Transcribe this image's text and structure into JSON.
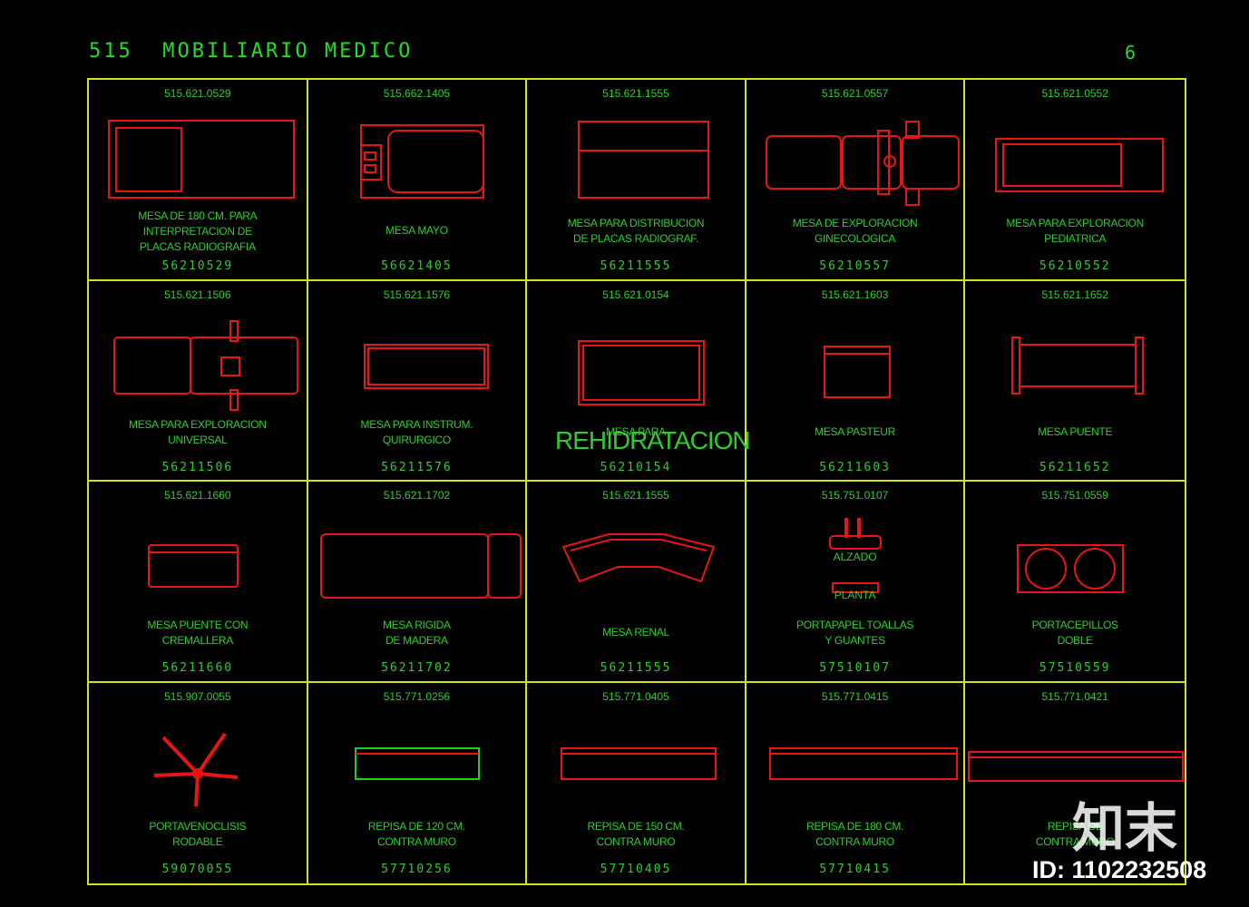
{
  "header": {
    "title": "515  MOBILIARIO MEDICO",
    "page": "6"
  },
  "overlay": {
    "rehid": "REHIDRATACION",
    "brand": "知末",
    "id": "ID: 1102232508"
  },
  "colors": {
    "line": "#d4e21d",
    "text": "#2ecc2e",
    "symbol": "#e81515",
    "symbol_alt": "#22cc22"
  },
  "cells": [
    {
      "code": "515.621.0529",
      "desc": [
        "MESA DE 180 CM. PARA",
        "INTERPRETACION DE",
        "PLACAS RADIOGRAFIA"
      ],
      "num": "56210529",
      "icon": "reading-table-icon"
    },
    {
      "code": "515.662.1405",
      "desc": [
        "MESA MAYO"
      ],
      "num": "56621405",
      "icon": "mayo-table-icon"
    },
    {
      "code": "515.621.1555",
      "desc": [
        "MESA PARA DISTRIBUCION",
        "DE PLACAS RADIOGRAF."
      ],
      "num": "56211555",
      "icon": "distribution-table-icon"
    },
    {
      "code": "515.621.0557",
      "desc": [
        "MESA DE EXPLORACION",
        "GINECOLOGICA"
      ],
      "num": "56210557",
      "icon": "gyn-exam-table-icon"
    },
    {
      "code": "515.621.0552",
      "desc": [
        "MESA PARA EXPLORACION",
        "PEDIATRICA"
      ],
      "num": "56210552",
      "icon": "pediatric-exam-table-icon"
    },
    {
      "code": "515.621.1506",
      "desc": [
        "MESA PARA EXPLORACION",
        "UNIVERSAL"
      ],
      "num": "56211506",
      "icon": "universal-exam-table-icon"
    },
    {
      "code": "515.621.1576",
      "desc": [
        "MESA PARA INSTRUM.",
        "QUIRURGICO"
      ],
      "num": "56211576",
      "icon": "instrument-table-icon"
    },
    {
      "code": "515.621.0154",
      "desc": [
        "MESA PARA"
      ],
      "num": "56210154",
      "icon": "rehydration-table-icon"
    },
    {
      "code": "515.621.1603",
      "desc": [
        "MESA PASTEUR"
      ],
      "num": "56211603",
      "icon": "pasteur-table-icon"
    },
    {
      "code": "515.621.1652",
      "desc": [
        "MESA PUENTE"
      ],
      "num": "56211652",
      "icon": "bridge-table-icon"
    },
    {
      "code": "515.621.1660",
      "desc": [
        "MESA PUENTE CON",
        "CREMALLERA"
      ],
      "num": "56211660",
      "icon": "rack-bridge-table-icon"
    },
    {
      "code": "515.621.1702",
      "desc": [
        "MESA RIGIDA",
        "DE MADERA"
      ],
      "num": "56211702",
      "icon": "rigid-wood-table-icon"
    },
    {
      "code": "515.621.1555",
      "desc": [
        "MESA RENAL"
      ],
      "num": "56211555",
      "icon": "renal-table-icon"
    },
    {
      "code": "515.751.0107",
      "desc": [
        "PORTAPAPEL TOALLAS",
        "Y GUANTES"
      ],
      "num": "57510107",
      "icon": "paper-holder-icon",
      "sublabels": [
        "ALZADO",
        "PLANTA"
      ]
    },
    {
      "code": "515.751.0559",
      "desc": [
        "PORTACEPILLOS",
        "DOBLE"
      ],
      "num": "57510559",
      "icon": "double-brush-holder-icon"
    },
    {
      "code": "515.907.0055",
      "desc": [
        "PORTAVENOCLISIS",
        "RODABLE"
      ],
      "num": "59070055",
      "icon": "iv-stand-icon"
    },
    {
      "code": "515.771.0256",
      "desc": [
        "REPISA DE 120 CM.",
        "CONTRA MURO"
      ],
      "num": "57710256",
      "icon": "shelf-120-icon"
    },
    {
      "code": "515.771.0405",
      "desc": [
        "REPISA DE 150 CM.",
        "CONTRA MURO"
      ],
      "num": "57710405",
      "icon": "shelf-150-icon"
    },
    {
      "code": "515.771.0415",
      "desc": [
        "REPISA DE 180 CM.",
        "CONTRA MURO"
      ],
      "num": "57710415",
      "icon": "shelf-180-icon"
    },
    {
      "code": "515.771.0421",
      "desc": [
        "REPISA DE",
        "CONTRA MURO"
      ],
      "num": "",
      "icon": "shelf-wall-icon"
    }
  ]
}
